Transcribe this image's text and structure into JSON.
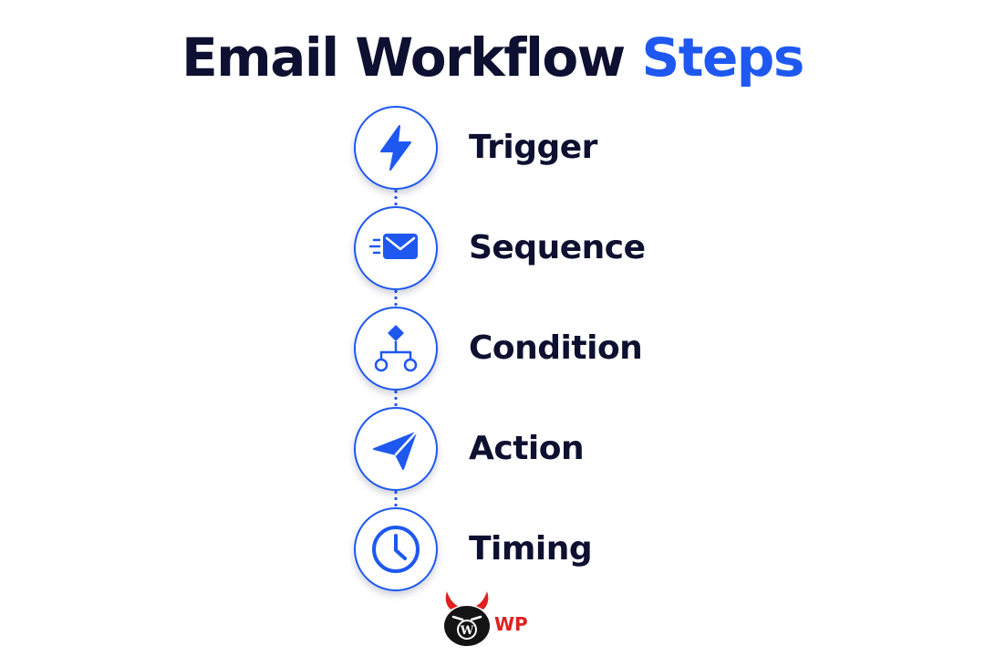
{
  "title": {
    "main": "Email Workflow",
    "accent": "Steps"
  },
  "steps": [
    {
      "label": "Trigger",
      "icon": "lightning-bolt-icon"
    },
    {
      "label": "Sequence",
      "icon": "email-envelope-icon"
    },
    {
      "label": "Condition",
      "icon": "decision-branch-icon"
    },
    {
      "label": "Action",
      "icon": "paper-plane-icon"
    },
    {
      "label": "Timing",
      "icon": "clock-icon"
    }
  ],
  "brand": {
    "text": "WP",
    "logo": "devil-wordpress-logo"
  },
  "colors": {
    "accent": "#1e58f0",
    "text": "#0d1030",
    "brand": "#e02020"
  }
}
